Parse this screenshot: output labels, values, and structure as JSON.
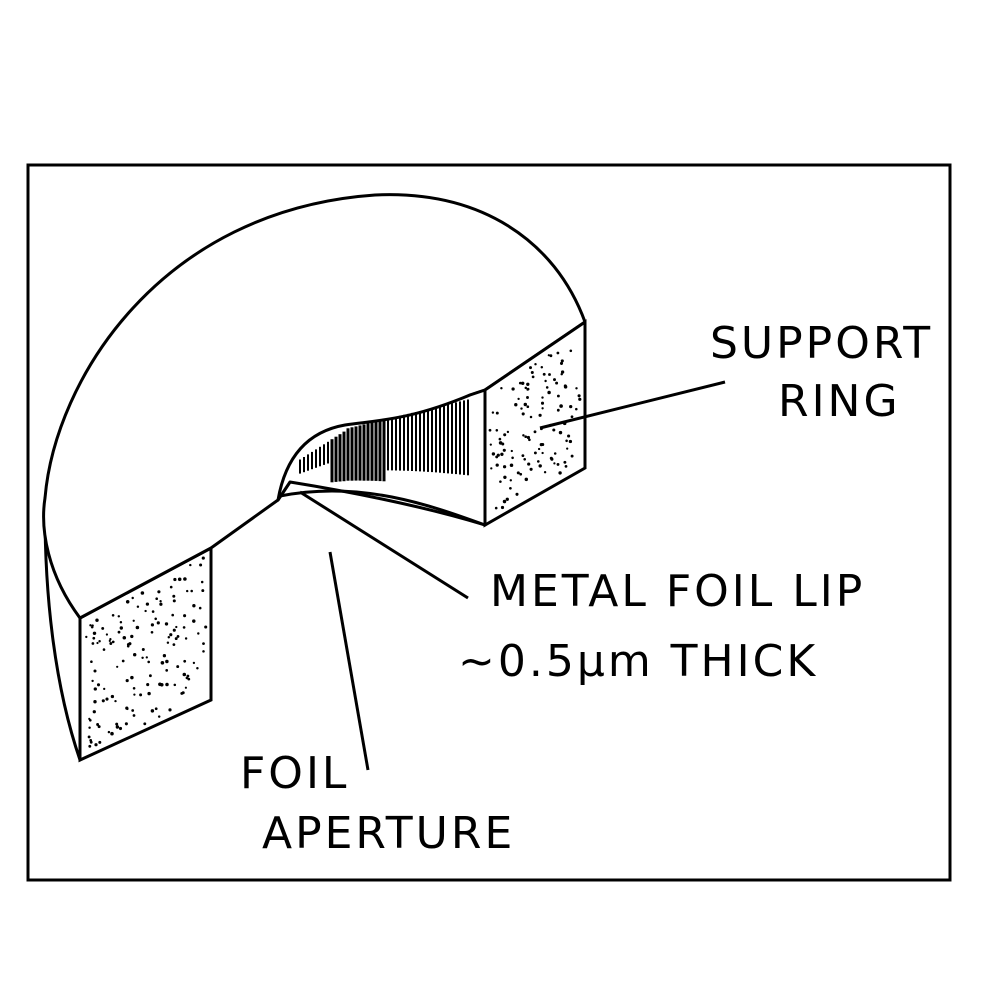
{
  "labels": {
    "support_ring_line1": "SUPPORT",
    "support_ring_line2": "RING",
    "metal_foil_lip_line1": "METAL FOIL LIP",
    "metal_foil_lip_line2": "~0.5μm THICK",
    "foil_aperture_line1": "FOIL",
    "foil_aperture_line2": "APERTURE"
  },
  "colors": {
    "ink": "#000000",
    "paper": "#ffffff"
  }
}
